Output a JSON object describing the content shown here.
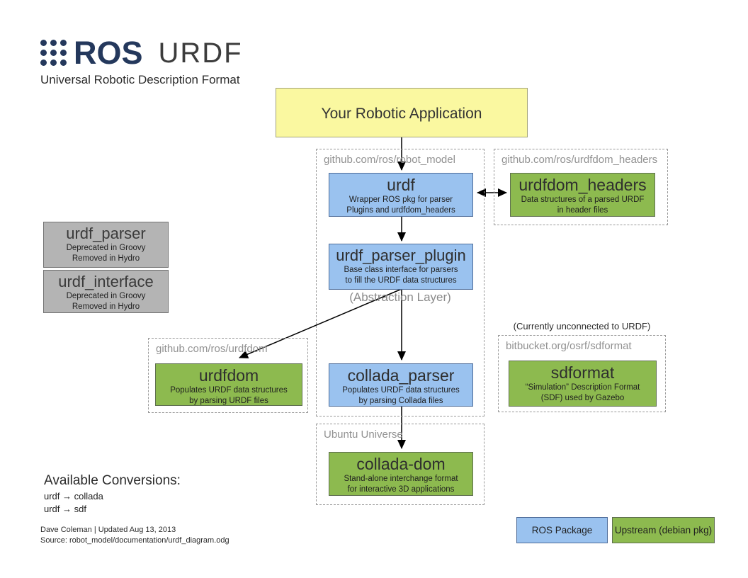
{
  "header": {
    "logo_text": "ROS",
    "title": "URDF",
    "subtitle": "Universal Robotic Description Format"
  },
  "app_box": {
    "label": "Your Robotic Application"
  },
  "groups": {
    "robot_model": {
      "label": "github.com/ros/robot_model"
    },
    "urdfdom_headers": {
      "label": "github.com/ros/urdfdom_headers"
    },
    "urdfdom": {
      "label": "github.com/ros/urdfdom"
    },
    "sdformat": {
      "label": "bitbucket.org/osrf/sdformat",
      "note": "(Currently unconnected to URDF)"
    },
    "ubuntu_universe": {
      "label": "Ubuntu Universe"
    }
  },
  "nodes": {
    "urdf": {
      "title": "urdf",
      "desc": "Wrapper ROS pkg for parser\nPlugins and urdfdom_headers",
      "type": "ROS Package"
    },
    "urdfdom_headers": {
      "title": "urdfdom_headers",
      "desc": "Data structures of a parsed URDF\nin header files",
      "type": "Upstream (debian pkg)"
    },
    "urdf_parser": {
      "title": "urdf_parser",
      "desc": "Deprecated in Groovy\nRemoved in Hydro",
      "type": "Deprecated"
    },
    "urdf_interface": {
      "title": "urdf_interface",
      "desc": "Deprecated in Groovy\nRemoved in Hydro",
      "type": "Deprecated"
    },
    "urdf_parser_plugin": {
      "title": "urdf_parser_plugin",
      "desc": "Base class interface for parsers\nto fill the URDF data structures",
      "type": "ROS Package"
    },
    "urdfdom": {
      "title": "urdfdom",
      "desc": "Populates URDF data structures\nby parsing URDF files",
      "type": "Upstream (debian pkg)"
    },
    "collada_parser": {
      "title": "collada_parser",
      "desc": "Populates URDF data structures\nby parsing Collada files",
      "type": "ROS Package"
    },
    "sdformat": {
      "title": "sdformat",
      "desc": "“Simulation” Description Format\n(SDF) used by Gazebo",
      "type": "Upstream (debian pkg)"
    },
    "collada_dom": {
      "title": "collada-dom",
      "desc": "Stand-alone interchange format\nfor interactive 3D applications",
      "type": "Upstream (debian pkg)"
    }
  },
  "annotations": {
    "abstraction_layer": "(Abstraction Layer)"
  },
  "conversions": {
    "heading": "Available Conversions:",
    "items": [
      "urdf  →  collada",
      "urdf  →  sdf"
    ]
  },
  "footer": {
    "line1": "Dave Coleman | Updated Aug 13, 2013",
    "line2": "Source: robot_model/documentation/urdf_diagram.odg"
  },
  "legend": {
    "ros": "ROS Package",
    "upstream": "Upstream (debian pkg)"
  },
  "colors": {
    "ros_package_blue": "#9ac2ef",
    "upstream_green": "#8dba4f",
    "deprecated_gray": "#b4b4b4",
    "application_yellow": "#faf8a0",
    "ros_logo_navy": "#24385c",
    "arrow_black": "#000000",
    "group_border_gray": "#9a9a9a"
  }
}
